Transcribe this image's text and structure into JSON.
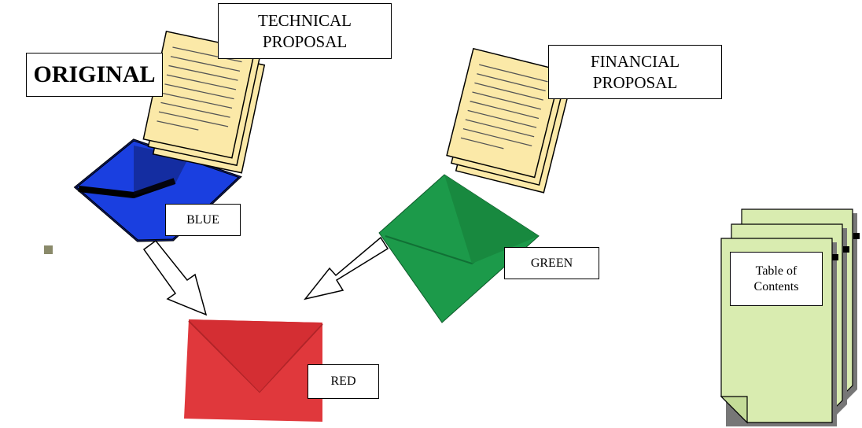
{
  "labels": {
    "original": "ORIGINAL",
    "technical": "TECHNICAL\nPROPOSAL",
    "financial": "FINANCIAL\nPROPOSAL",
    "blue": "BLUE",
    "green": "GREEN",
    "red": "RED",
    "toc": "Table of\nContents"
  },
  "colors": {
    "blue_envelope": "#1a3fe0",
    "green_envelope": "#1c9a4a",
    "red_envelope": "#e0383c",
    "document_paper": "#fbe9a8",
    "toc_paper": "#d9ecb0",
    "bullet": "#8a8a6a"
  }
}
